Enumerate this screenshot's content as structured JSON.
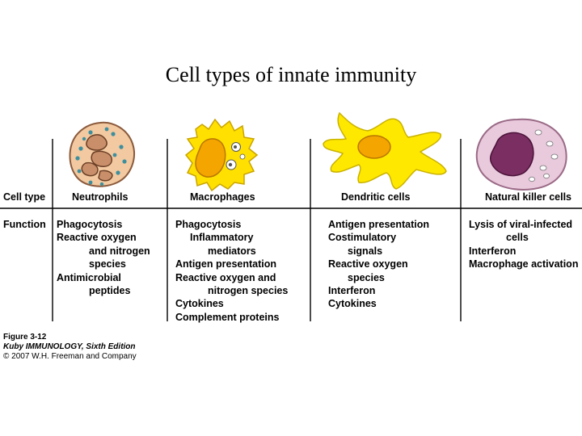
{
  "title": "Cell types of innate immunity",
  "row_headers": {
    "cell_type": "Cell type",
    "function": "Function"
  },
  "columns": [
    {
      "name": "Neutrophils",
      "functions": [
        {
          "text": "Phagocytosis",
          "indent": 0
        },
        {
          "text": "Reactive oxygen",
          "indent": 0
        },
        {
          "text": "and nitrogen",
          "indent": 2
        },
        {
          "text": "species",
          "indent": 2
        },
        {
          "text": "Antimicrobial",
          "indent": 0
        },
        {
          "text": "peptides",
          "indent": 2
        }
      ]
    },
    {
      "name": "Macrophages",
      "functions": [
        {
          "text": "Phagocytosis",
          "indent": 0
        },
        {
          "text": "Inflammatory",
          "indent": 1
        },
        {
          "text": "mediators",
          "indent": 2
        },
        {
          "text": "Antigen presentation",
          "indent": 0
        },
        {
          "text": "Reactive oxygen and",
          "indent": 0
        },
        {
          "text": "nitrogen species",
          "indent": 2
        },
        {
          "text": "Cytokines",
          "indent": 0
        },
        {
          "text": "Complement proteins",
          "indent": 0
        }
      ]
    },
    {
      "name": "Dendritic cells",
      "functions": [
        {
          "text": "Antigen presentation",
          "indent": 0
        },
        {
          "text": "Costimulatory",
          "indent": 0
        },
        {
          "text": "signals",
          "indent": 3
        },
        {
          "text": "Reactive oxygen",
          "indent": 0
        },
        {
          "text": "species",
          "indent": 3
        },
        {
          "text": "Interferon",
          "indent": 0
        },
        {
          "text": "Cytokines",
          "indent": 0
        }
      ]
    },
    {
      "name": "Natural killer cells",
      "functions": [
        {
          "text": "Lysis of viral-infected",
          "indent": 0
        },
        {
          "text": "cells",
          "indent": 4
        },
        {
          "text": "Interferon",
          "indent": 0
        },
        {
          "text": "Macrophage activation",
          "indent": 0
        }
      ]
    }
  ],
  "credit": {
    "figure": "Figure 3-12",
    "book": "Kuby IMMUNOLOGY, Sixth Edition",
    "copyright": "© 2007 W.H. Freeman and Company"
  },
  "colors": {
    "neutrophil_cytoplasm": "#f2c9a0",
    "neutrophil_nucleus": "#c98f6b",
    "granule": "#3e8f9e",
    "macrophage": "#ffe000",
    "macrophage_nucleus": "#f5a500",
    "dendritic": "#ffe800",
    "nk_cytoplasm": "#e9c9dc",
    "nk_nucleus": "#7a2e62",
    "rule": "#000000"
  }
}
